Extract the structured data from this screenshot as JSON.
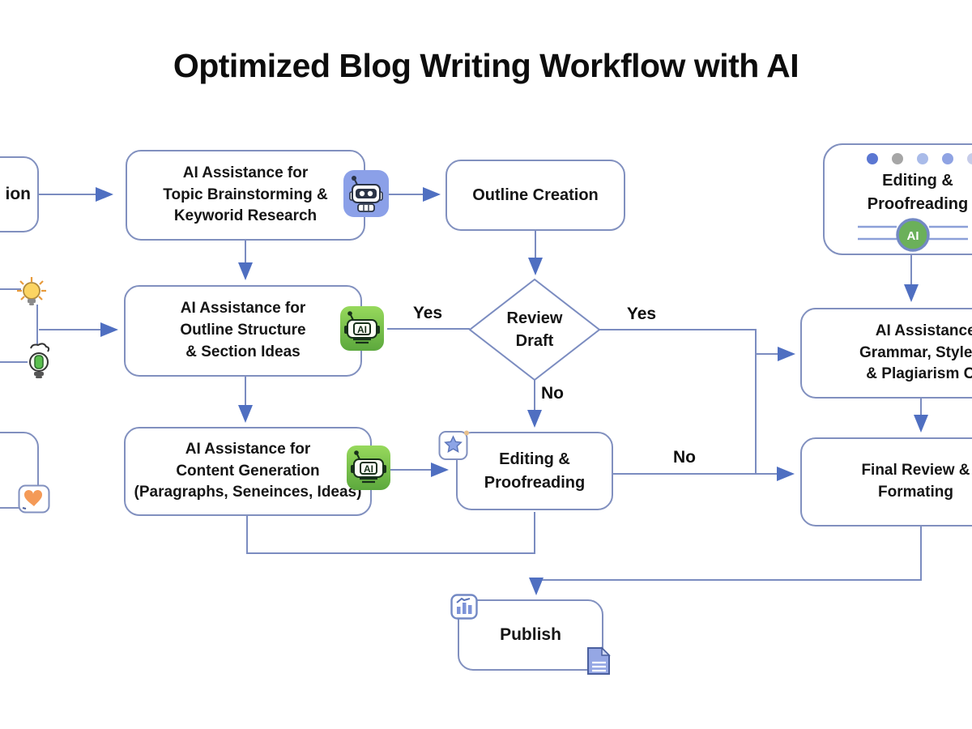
{
  "title": "Optimized Blog Writing Workflow with AI",
  "nodes": {
    "cutoff_top_left": {
      "visible_text": "ion"
    },
    "topic_brainstorm": {
      "label": "AI Assistance for\nTopic Brainstorming &\nKeyworid Research"
    },
    "outline_creation": {
      "label": "Outline Creation"
    },
    "editing_proofreading_top": {
      "label": "Editing &\nProofreading"
    },
    "outline_structure": {
      "label": "AI Assistance for\nOutline Structure\n& Section Ideas"
    },
    "review_draft": {
      "label": "Review\nDraft"
    },
    "grammar_check": {
      "label": "AI Assistance for\nGrammar, Style, Tone\n& Plagiarism Check"
    },
    "content_generation": {
      "label": "AI Assistance for\nContent Generation\n(Paragraphs, Seneinces, Ideas)"
    },
    "editing_proofreading_mid": {
      "label": "Editing &\nProofreading"
    },
    "final_review": {
      "label": "Final Review &\nFormating"
    },
    "publish": {
      "label": "Publish"
    }
  },
  "edge_labels": {
    "yes_left": "Yes",
    "yes_right": "Yes",
    "no_down": "No",
    "no_right": "No"
  },
  "icons": {
    "robot_blue": "robot-assistant-icon",
    "robot_green_ai_label": "AI",
    "badge_ai_label": "AI",
    "lightbulb_yellow": "idea-bulb-icon",
    "lightbulb_green": "eco-bulb-icon",
    "heart": "heart-icon",
    "star": "star-icon",
    "publish_metrics": "publish-metrics-icon",
    "document": "document-icon",
    "progress_dots": [
      "background:#5b77d2",
      "background:#a6a6a6",
      "background:#a9bbe9",
      "background:#8fa3e3",
      "background:#c6cce9"
    ]
  },
  "colors": {
    "connector": "#7b8cc0",
    "arrowhead": "#4f6fc1",
    "node_border": "#8190bf",
    "robot_blue_bg": "#8ba0e8",
    "robot_green_bg": "#7dc750",
    "badge_green": "#6bb05a",
    "heart_orange": "#f49a57",
    "star_blue": "#8ca4e6",
    "bulb_yellow": "#fcd462",
    "bulb_green": "#5bbf4e",
    "text": "#151515"
  }
}
